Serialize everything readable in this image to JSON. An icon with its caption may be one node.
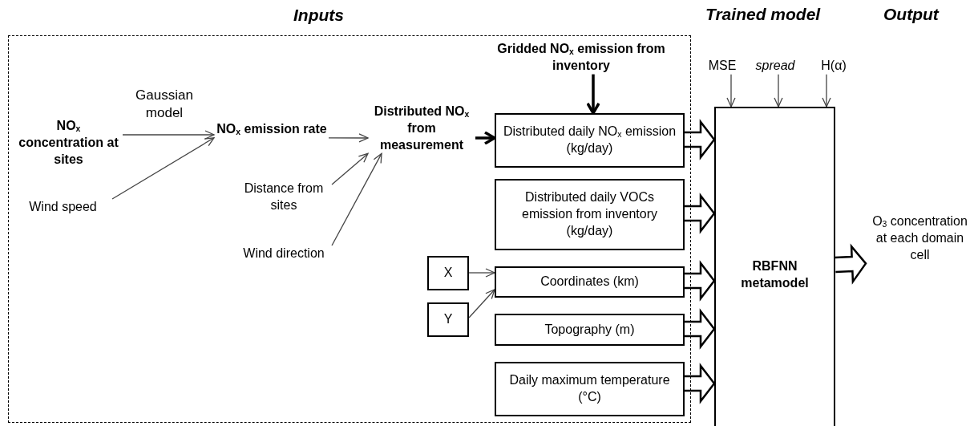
{
  "diagram": {
    "nodes": [
      {
        "text": [
          "Inputs"
        ]
      },
      {
        "text": [
          "NO$_{x}$ concentration at sites"
        ],
        "in": 0
      },
      {
        "text": [
          "NO$_{x}$ emission rate"
        ],
        "in": 0
      },
      {
        "text": [
          "Wind speed"
        ],
        "in": 0
      },
      {
        "text": [
          "Distributed NO$_{x}$ from measurement"
        ],
        "in": 0
      },
      {
        "text": [
          "Distance from sites"
        ],
        "in": 0
      },
      {
        "text": [
          "Wind direction"
        ],
        "in": 0
      },
      {
        "text": [
          "Gridded NO$_{x}$ emission from inventory"
        ],
        "in": 0
      },
      {
        "text": [
          "Distributed daily NO$_{x}$ emission (kg/day)"
        ],
        "in": 0
      },
      {
        "text": [
          "Distributed daily VOCs emission from inventory (kg/day)"
        ],
        "in": 0
      },
      {
        "text": [
          "X"
        ],
        "in": 0
      },
      {
        "text": [
          "Y"
        ],
        "in": 0
      },
      {
        "text": [
          "Coordinates (km)"
        ],
        "in": 0
      },
      {
        "text": [
          "Topography (m)"
        ],
        "in": 0
      },
      {
        "text": [
          "Daily maximum temperature (°C)"
        ],
        "in": 0
      },
      {
        "text": [
          "RBFNN metamodel"
        ]
      },
      {
        "text": [
          "MSE"
        ]
      },
      {
        "text": [
          "spread"
        ]
      },
      {
        "text": [
          "H(α)"
        ]
      },
      {
        "text": [
          "O$_{3}$ concentration at each domain cell"
        ]
      }
    ],
    "edges": [
      {
        "from": 1,
        "to": 2,
        "arrow": "to",
        "label": "Gaussian model"
      },
      {
        "from": 3,
        "to": 2,
        "arrow": "to"
      },
      {
        "from": 2,
        "to": 4,
        "arrow": "to"
      },
      {
        "from": 5,
        "to": 4,
        "arrow": "to"
      },
      {
        "from": 6,
        "to": 4,
        "arrow": "to"
      },
      {
        "from": 4,
        "to": 8,
        "arrow": "to",
        "style": "thick"
      },
      {
        "from": 7,
        "to": 8,
        "arrow": "to",
        "style": "thick"
      },
      {
        "from": 10,
        "to": 12,
        "arrow": "to"
      },
      {
        "from": 11,
        "to": 12,
        "arrow": "to"
      },
      {
        "from": 8,
        "to": 15,
        "arrow": "to",
        "style": "thick"
      },
      {
        "from": 9,
        "to": 15,
        "arrow": "to",
        "style": "thick"
      },
      {
        "from": 12,
        "to": 15,
        "arrow": "to",
        "style": "thick"
      },
      {
        "from": 13,
        "to": 15,
        "arrow": "to",
        "style": "thick"
      },
      {
        "from": 14,
        "to": 15,
        "arrow": "to",
        "style": "thick"
      },
      {
        "from": 16,
        "to": 15,
        "arrow": "to"
      },
      {
        "from": 17,
        "to": 15,
        "arrow": "to"
      },
      {
        "from": 18,
        "to": 15,
        "arrow": "to"
      },
      {
        "from": 15,
        "to": 19,
        "arrow": "to",
        "style": "thick"
      }
    ],
    "labels": [
      "Trained model",
      "Output"
    ]
  }
}
